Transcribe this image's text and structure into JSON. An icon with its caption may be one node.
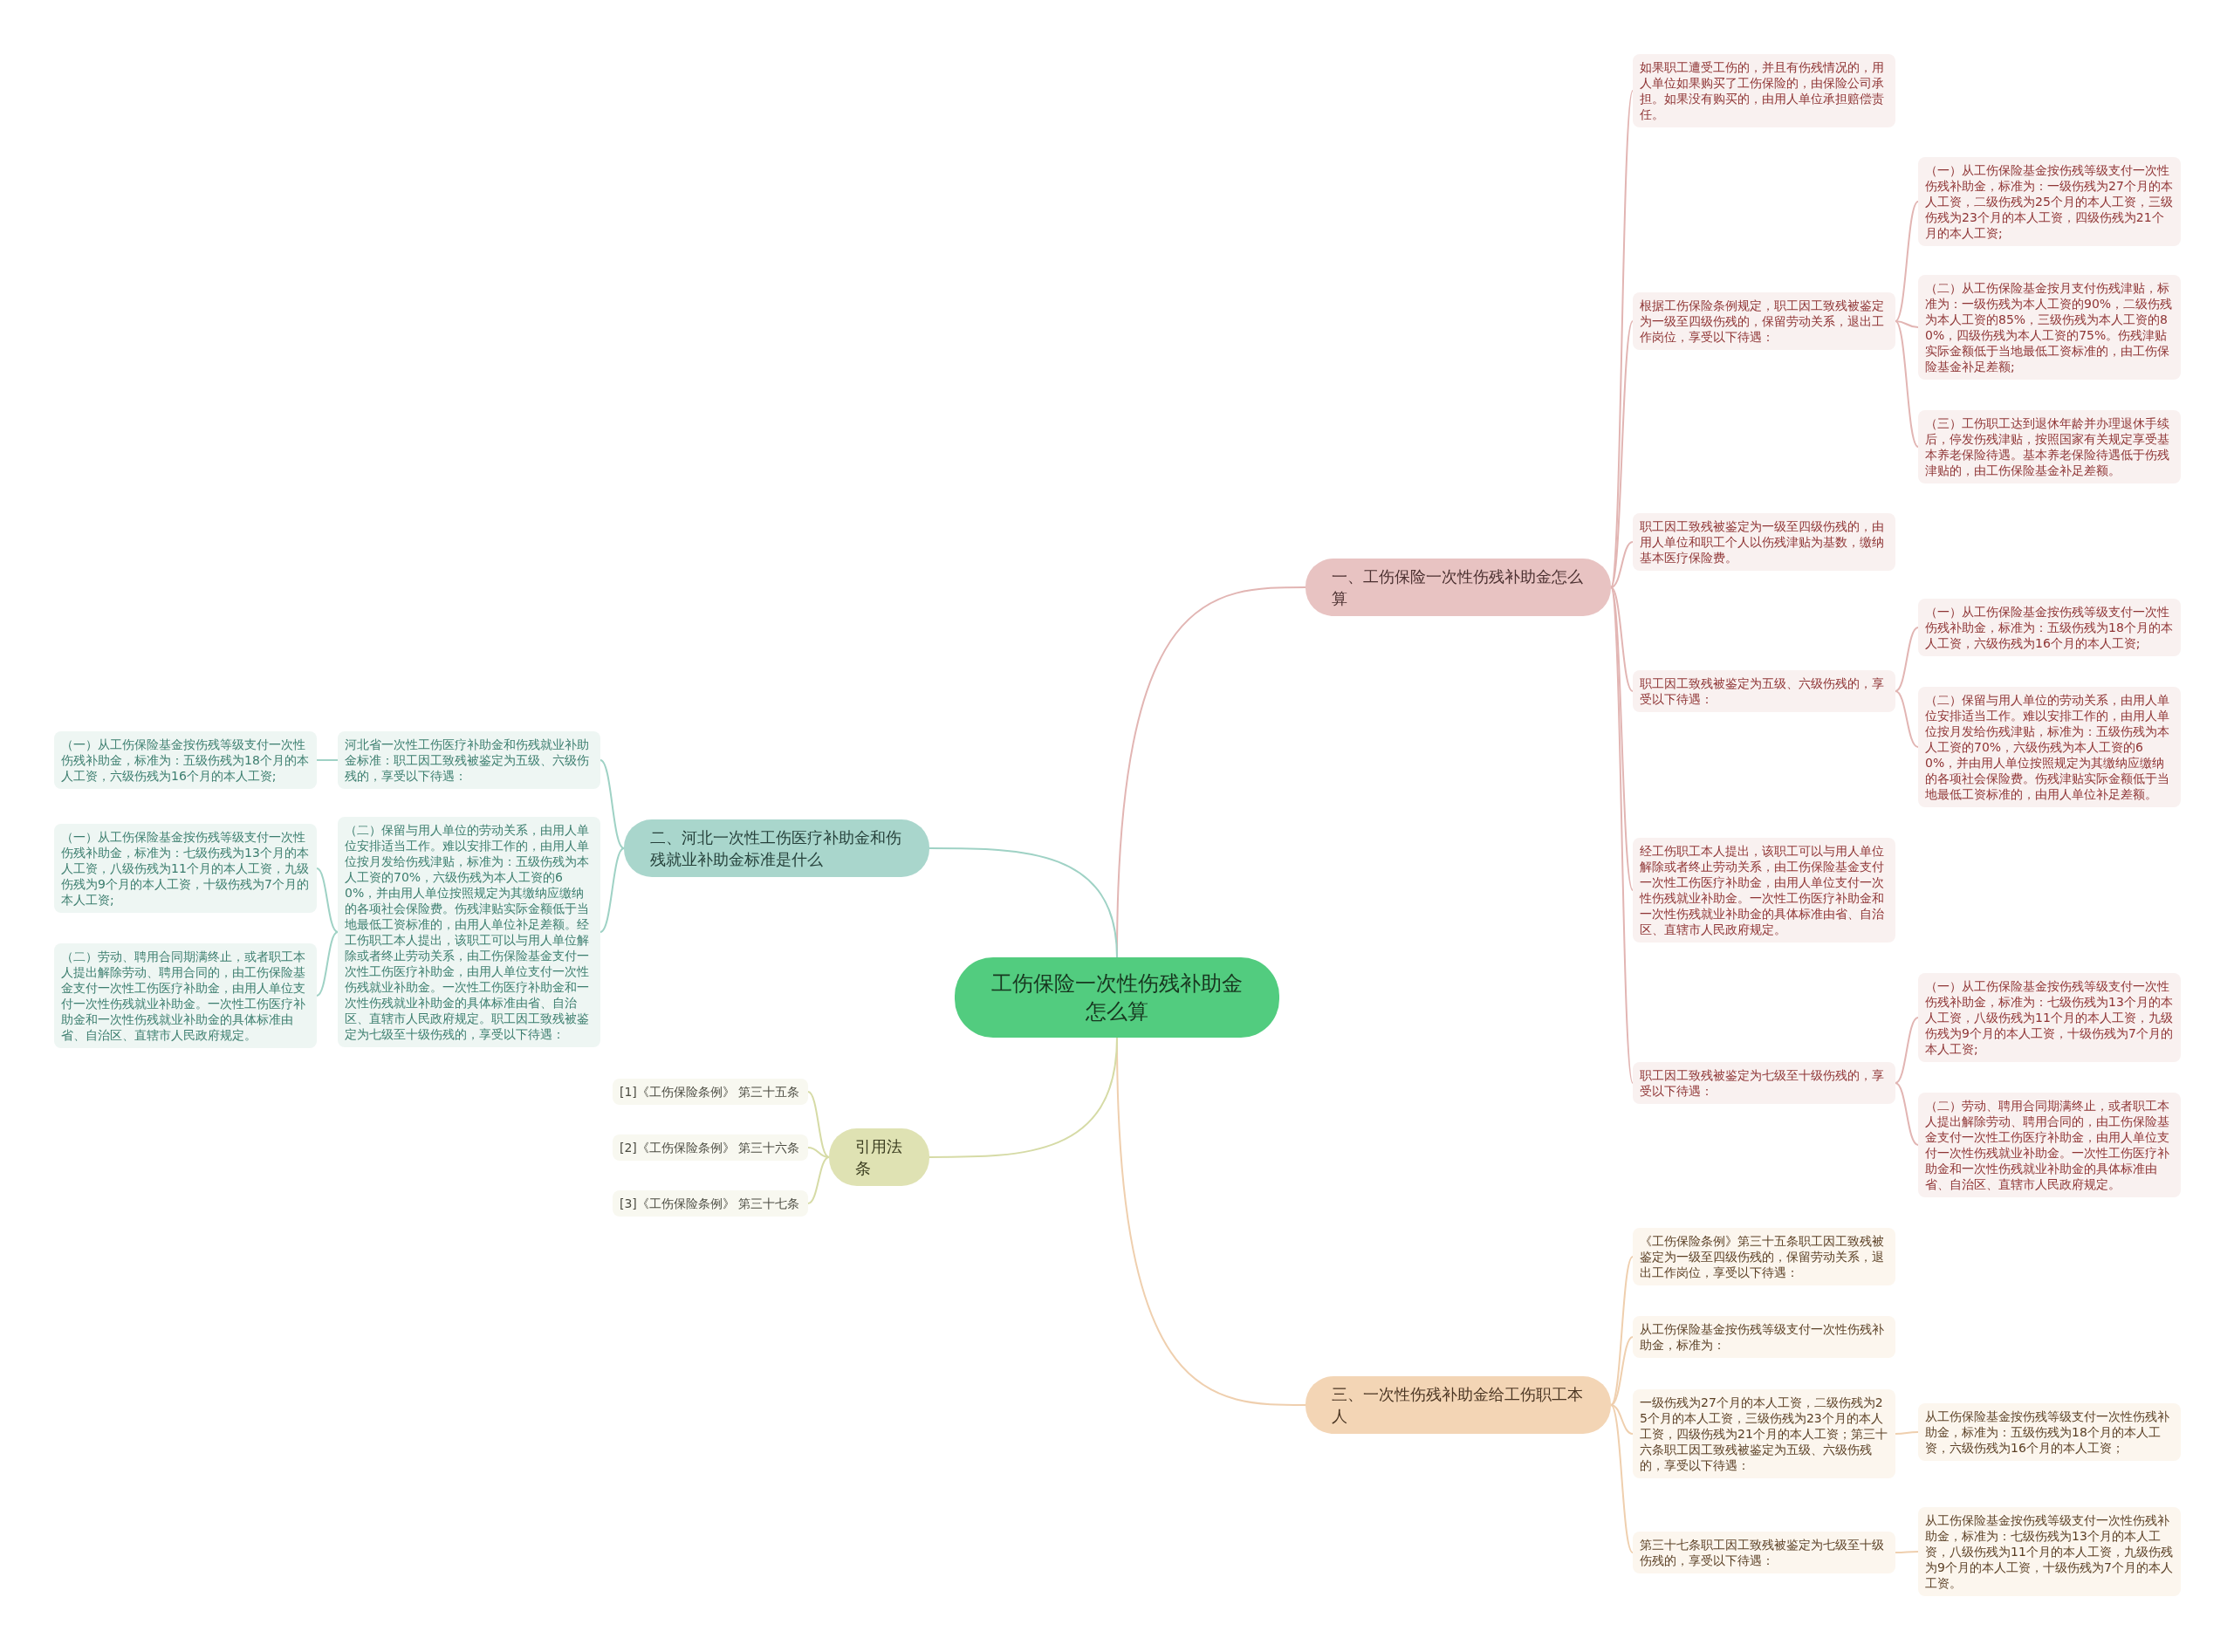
{
  "diagram": {
    "nodes": [
      {
        "text": [
          "工伤保险一次性伤残补助金怎么算"
        ]
      },
      {
        "text": [
          "一、工伤保险一次性伤残补助金怎么算"
        ]
      },
      {
        "text": [
          "如果职工遭受工伤的，并且有伤残情况的，用人单位如果购买了工伤保险的，由保险公司承担。如果没有购买的，由用人单位承担赔偿责任。"
        ]
      },
      {
        "text": [
          "根据工伤保险条例规定，职工因工致残被鉴定为一级至四级伤残的，保留劳动关系，退出工作岗位，享受以下待遇："
        ]
      },
      {
        "text": [
          "（一）从工伤保险基金按伤残等级支付一次性伤残补助金，标准为：一级伤残为27个月的本人工资，二级伤残为25个月的本人工资，三级伤残为23个月的本人工资，四级伤残为21个月的本人工资;"
        ]
      },
      {
        "text": [
          "（二）从工伤保险基金按月支付伤残津贴，标准为：一级伤残为本人工资的90%，二级伤残为本人工资的85%，三级伤残为本人工资的80%，四级伤残为本人工资的75%。伤残津贴实际金额低于当地最低工资标准的，由工伤保险基金补足差额;"
        ]
      },
      {
        "text": [
          "（三）工伤职工达到退休年龄并办理退休手续后，停发伤残津贴，按照国家有关规定享受基本养老保险待遇。基本养老保险待遇低于伤残津贴的，由工伤保险基金补足差额。"
        ]
      },
      {
        "text": [
          "职工因工致残被鉴定为一级至四级伤残的，由用人单位和职工个人以伤残津贴为基数，缴纳基本医疗保险费。"
        ]
      },
      {
        "text": [
          "职工因工致残被鉴定为五级、六级伤残的，享受以下待遇："
        ]
      },
      {
        "text": [
          "（一）从工伤保险基金按伤残等级支付一次性伤残补助金，标准为：五级伤残为18个月的本人工资，六级伤残为16个月的本人工资;"
        ]
      },
      {
        "text": [
          "（二）保留与用人单位的劳动关系，由用人单位安排适当工作。难以安排工作的，由用人单位按月发给伤残津贴，标准为：五级伤残为本人工资的70%，六级伤残为本人工资的60%，并由用人单位按照规定为其缴纳应缴纳的各项社会保险费。伤残津贴实际金额低于当地最低工资标准的，由用人单位补足差额。"
        ]
      },
      {
        "text": [
          "经工伤职工本人提出，该职工可以与用人单位解除或者终止劳动关系，由工伤保险基金支付一次性工伤医疗补助金，由用人单位支付一次性伤残就业补助金。一次性工伤医疗补助金和一次性伤残就业补助金的具体标准由省、自治区、直辖市人民政府规定。"
        ]
      },
      {
        "text": [
          "职工因工致残被鉴定为七级至十级伤残的，享受以下待遇："
        ]
      },
      {
        "text": [
          "（一）从工伤保险基金按伤残等级支付一次性伤残补助金，标准为：七级伤残为13个月的本人工资，八级伤残为11个月的本人工资，九级伤残为9个月的本人工资，十级伤残为7个月的本人工资;"
        ]
      },
      {
        "text": [
          "（二）劳动、聘用合同期满终止，或者职工本人提出解除劳动、聘用合同的，由工伤保险基金支付一次性工伤医疗补助金，由用人单位支付一次性伤残就业补助金。一次性工伤医疗补助金和一次性伤残就业补助金的具体标准由省、自治区、直辖市人民政府规定。"
        ]
      },
      {
        "text": [
          "三、一次性伤残补助金给工伤职工本人"
        ]
      },
      {
        "text": [
          "《工伤保险条例》第三十五条职工因工致残被鉴定为一级至四级伤残的，保留劳动关系，退出工作岗位，享受以下待遇："
        ]
      },
      {
        "text": [
          "从工伤保险基金按伤残等级支付一次性伤残补助金，标准为："
        ]
      },
      {
        "text": [
          "一级伤残为27个月的本人工资，二级伤残为25个月的本人工资，三级伤残为23个月的本人工资，四级伤残为21个月的本人工资；第三十六条职工因工致残被鉴定为五级、六级伤残的，享受以下待遇："
        ]
      },
      {
        "text": [
          "从工伤保险基金按伤残等级支付一次性伤残补助金，标准为：五级伤残为18个月的本人工资，六级伤残为16个月的本人工资；"
        ]
      },
      {
        "text": [
          "第三十七条职工因工致残被鉴定为七级至十级伤残的，享受以下待遇："
        ]
      },
      {
        "text": [
          "从工伤保险基金按伤残等级支付一次性伤残补助金，标准为：七级伤残为13个月的本人工资，八级伤残为11个月的本人工资，九级伤残为9个月的本人工资，十级伤残为7个月的本人工资。"
        ]
      },
      {
        "text": [
          "二、河北一次性工伤医疗补助金和伤残就业补助金标准是什么"
        ]
      },
      {
        "text": [
          "河北省一次性工伤医疗补助金和伤残就业补助金标准：职工因工致残被鉴定为五级、六级伤残的，享受以下待遇："
        ]
      },
      {
        "text": [
          "（一）从工伤保险基金按伤残等级支付一次性伤残补助金，标准为：五级伤残为18个月的本人工资，六级伤残为16个月的本人工资;"
        ]
      },
      {
        "text": [
          "（二）保留与用人单位的劳动关系，由用人单位安排适当工作。难以安排工作的，由用人单位按月发给伤残津贴，标准为：五级伤残为本人工资的70%，六级伤残为本人工资的60%，并由用人单位按照规定为其缴纳应缴纳的各项社会保险费。伤残津贴实际金额低于当地最低工资标准的，由用人单位补足差额。经工伤职工本人提出，该职工可以与用人单位解除或者终止劳动关系，由工伤保险基金支付一次性工伤医疗补助金，由用人单位支付一次性伤残就业补助金。一次性工伤医疗补助金和一次性伤残就业补助金的具体标准由省、自治区、直辖市人民政府规定。职工因工致残被鉴定为七级至十级伤残的，享受以下待遇："
        ]
      },
      {
        "text": [
          "（一）从工伤保险基金按伤残等级支付一次性伤残补助金，标准为：七级伤残为13个月的本人工资，八级伤残为11个月的本人工资，九级伤残为9个月的本人工资，十级伤残为7个月的本人工资;"
        ]
      },
      {
        "text": [
          "（二）劳动、聘用合同期满终止，或者职工本人提出解除劳动、聘用合同的，由工伤保险基金支付一次性工伤医疗补助金，由用人单位支付一次性伤残就业补助金。一次性工伤医疗补助金和一次性伤残就业补助金的具体标准由省、自治区、直辖市人民政府规定。"
        ]
      },
      {
        "text": [
          "引用法条"
        ]
      },
      {
        "text": [
          "[1]《工伤保险条例》 第三十五条"
        ]
      },
      {
        "text": [
          "[2]《工伤保险条例》 第三十六条"
        ]
      },
      {
        "text": [
          "[3]《工伤保险条例》 第三十七条"
        ]
      }
    ],
    "edges": [
      {
        "from": 0,
        "to": 1,
        "arrow": "none"
      },
      {
        "from": 1,
        "to": 2,
        "arrow": "none"
      },
      {
        "from": 1,
        "to": 3,
        "arrow": "none"
      },
      {
        "from": 3,
        "to": 4,
        "arrow": "none"
      },
      {
        "from": 3,
        "to": 5,
        "arrow": "none"
      },
      {
        "from": 3,
        "to": 6,
        "arrow": "none"
      },
      {
        "from": 1,
        "to": 7,
        "arrow": "none"
      },
      {
        "from": 1,
        "to": 8,
        "arrow": "none"
      },
      {
        "from": 8,
        "to": 9,
        "arrow": "none"
      },
      {
        "from": 8,
        "to": 10,
        "arrow": "none"
      },
      {
        "from": 1,
        "to": 11,
        "arrow": "none"
      },
      {
        "from": 1,
        "to": 12,
        "arrow": "none"
      },
      {
        "from": 12,
        "to": 13,
        "arrow": "none"
      },
      {
        "from": 12,
        "to": 14,
        "arrow": "none"
      },
      {
        "from": 0,
        "to": 15,
        "arrow": "none",
        "color": "#efcfae"
      },
      {
        "from": 15,
        "to": 16,
        "arrow": "none",
        "color": "#efcfae"
      },
      {
        "from": 15,
        "to": 17,
        "arrow": "none",
        "color": "#efcfae"
      },
      {
        "from": 15,
        "to": 18,
        "arrow": "none",
        "color": "#efcfae"
      },
      {
        "from": 18,
        "to": 19,
        "arrow": "none",
        "color": "#efcfae"
      },
      {
        "from": 15,
        "to": 20,
        "arrow": "none",
        "color": "#efcfae"
      },
      {
        "from": 20,
        "to": 21,
        "arrow": "none",
        "color": "#efcfae"
      },
      {
        "from": 0,
        "to": 22,
        "arrow": "none",
        "color": "#9fd2c5"
      },
      {
        "from": 22,
        "to": 23,
        "arrow": "none",
        "color": "#9fd2c5"
      },
      {
        "from": 23,
        "to": 24,
        "arrow": "none",
        "color": "#9fd2c5"
      },
      {
        "from": 22,
        "to": 25,
        "arrow": "none",
        "color": "#9fd2c5"
      },
      {
        "from": 25,
        "to": 26,
        "arrow": "none",
        "color": "#9fd2c5"
      },
      {
        "from": 25,
        "to": 27,
        "arrow": "none",
        "color": "#9fd2c5"
      },
      {
        "from": 0,
        "to": 28,
        "arrow": "none",
        "color": "#d6dba6"
      },
      {
        "from": 28,
        "to": 29,
        "arrow": "none",
        "color": "#d6dba6"
      },
      {
        "from": 28,
        "to": 30,
        "arrow": "none",
        "color": "#d6dba6"
      },
      {
        "from": 28,
        "to": 31,
        "arrow": "none",
        "color": "#d6dba6"
      }
    ]
  }
}
